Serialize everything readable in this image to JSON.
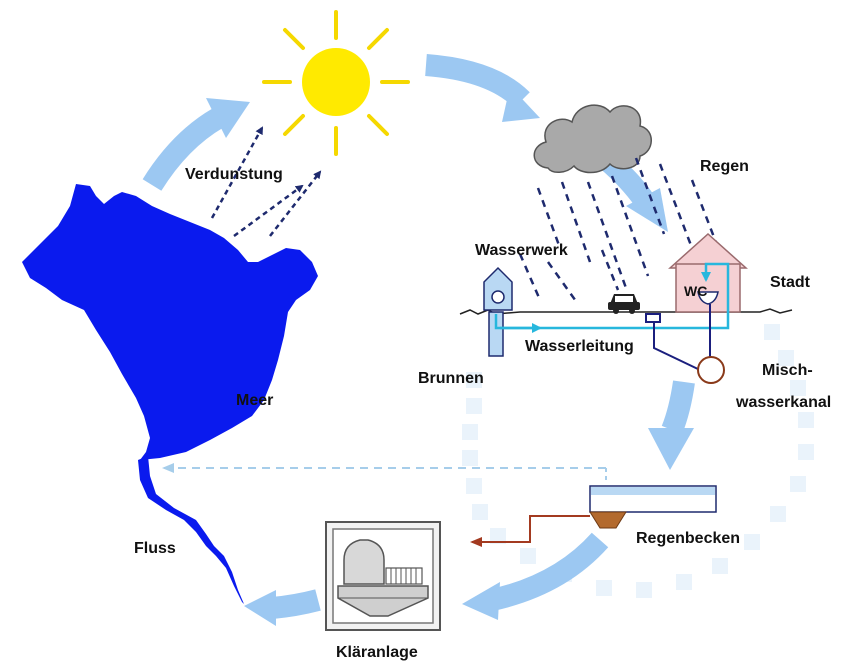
{
  "labels": {
    "evaporation": "Verdunstung",
    "rain": "Regen",
    "waterworks": "Wasserwerk",
    "city": "Stadt",
    "wc": "WC",
    "water_pipe": "Wasserleitung",
    "well": "Brunnen",
    "combined_sewer_line1": "Misch-",
    "combined_sewer_line2": "wasserkanal",
    "sea": "Meer",
    "rain_basin": "Regenbecken",
    "river": "Fluss",
    "treatment_plant": "Kläranlage"
  },
  "colors": {
    "cycle_arrow": "#9cc8f2",
    "sun": "#ffea00",
    "sun_rays": "#f5d800",
    "sea": "#0a1aee",
    "cloud": "#a9a9a9",
    "rain": "#1e2a6e",
    "house": "#f5d0d3",
    "waterworks": "#b9d8f3",
    "pipe": "#27b7dd",
    "sewer": "#1b1f7e",
    "overflow_line": "#a33a20",
    "dashed_return": "#a6cdea"
  }
}
